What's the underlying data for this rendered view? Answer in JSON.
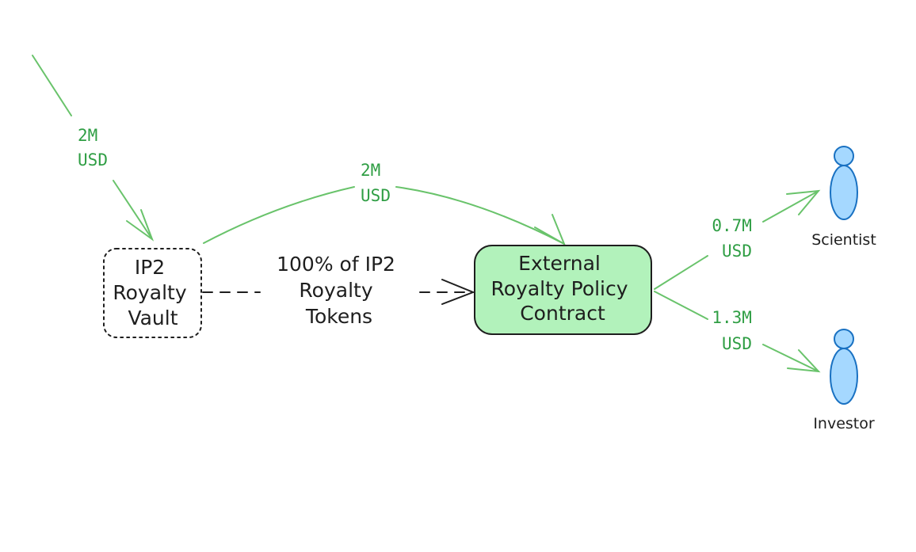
{
  "colors": {
    "flow": "#69c36b",
    "flow_text": "#2f9e44",
    "ink": "#1e1e1e",
    "contract_fill": "#b2f2bb",
    "person_fill": "#a5d8ff",
    "person_stroke": "#1971c2"
  },
  "vault": {
    "lines": [
      "IP2",
      "Royalty",
      "Vault"
    ]
  },
  "contract": {
    "lines": [
      "External",
      "Royalty Policy",
      "Contract"
    ]
  },
  "token_transfer": {
    "lines": [
      "100% of IP2",
      "Royalty",
      "Tokens"
    ]
  },
  "flows": {
    "incoming": {
      "amount": "2M",
      "unit": "USD"
    },
    "to_contract": {
      "amount": "2M",
      "unit": "USD"
    },
    "to_scientist": {
      "amount": "0.7M",
      "unit": "USD"
    },
    "to_investor": {
      "amount": "1.3M",
      "unit": "USD"
    }
  },
  "people": {
    "scientist": {
      "label": "Scientist",
      "icon": "person-icon"
    },
    "investor": {
      "label": "Investor",
      "icon": "person-icon"
    }
  }
}
